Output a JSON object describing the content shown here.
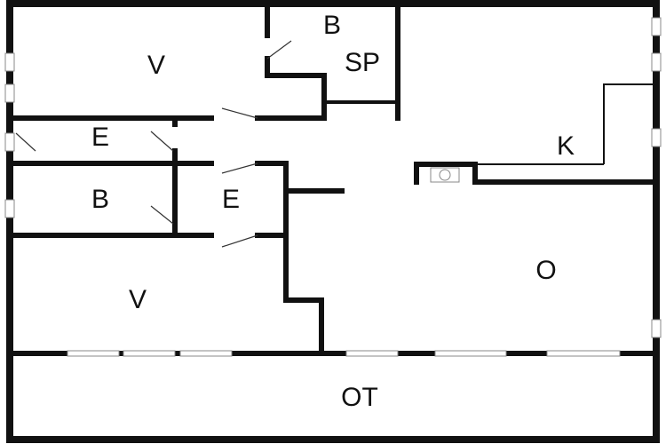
{
  "plan": {
    "rooms": [
      {
        "id": "v-top",
        "label": "V"
      },
      {
        "id": "b-top",
        "label": "B"
      },
      {
        "id": "sp",
        "label": "SP"
      },
      {
        "id": "e-top",
        "label": "E"
      },
      {
        "id": "k",
        "label": "K"
      },
      {
        "id": "b-mid",
        "label": "B"
      },
      {
        "id": "e-mid",
        "label": "E"
      },
      {
        "id": "v-bottom",
        "label": "V"
      },
      {
        "id": "o",
        "label": "O"
      },
      {
        "id": "ot",
        "label": "OT"
      }
    ]
  }
}
